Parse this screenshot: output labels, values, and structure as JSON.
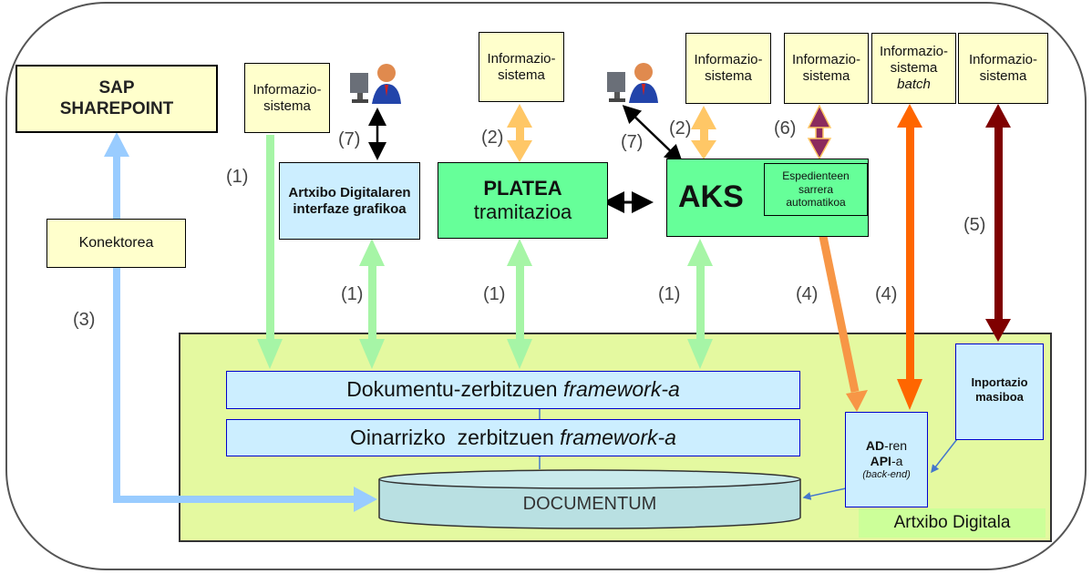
{
  "sap_box": {
    "line1": "SAP",
    "line2": "SHAREPOINT"
  },
  "connector": "Konektorea",
  "info_systems": [
    {
      "line1": "Informazio-",
      "line2": "sistema"
    },
    {
      "line1": "Informazio-",
      "line2": "sistema"
    },
    {
      "line1": "Informazio-",
      "line2": "sistema"
    },
    {
      "line1": "Informazio-",
      "line2": "sistema"
    },
    {
      "line1": "Informazio-",
      "line2": "sistema",
      "line3": "batch"
    },
    {
      "line1": "Informazio-",
      "line2": "sistema"
    }
  ],
  "gui_box": {
    "line1": "Artxibo Digitalaren",
    "line2": "interfaze grafikoa"
  },
  "platea_box": {
    "title": "PLATEA",
    "subtitle": "tramitazioa"
  },
  "aks_box": {
    "title": "AKS",
    "inner_line1": "Espedienteen",
    "inner_line2": "sarrera",
    "inner_line3": "automatikoa"
  },
  "archive": {
    "label": "Artxibo Digitala",
    "fw_doc": {
      "text": "Dokumentu-zerbitzuen ",
      "italic": "framework-a"
    },
    "fw_base": {
      "text": "Oinarrizko  zerbitzuen ",
      "italic": "framework-a"
    },
    "database": "DOCUMENTUM",
    "api": {
      "bold1": "AD",
      "rest1": "-ren",
      "bold2": "API",
      "rest2": "-a",
      "note": "(back-end)"
    },
    "import": {
      "line1": "Inportazio",
      "line2": "masiboa"
    }
  },
  "flow_labels": {
    "l1": "(1)",
    "l2": "(2)",
    "l3": "(3)",
    "l4": "(4)",
    "l5": "(5)",
    "l6": "(6)",
    "l7": "(7)"
  },
  "colors": {
    "flow1": "#a6f5a6",
    "flow2": "#ffc766",
    "flow3": "#99ccff",
    "flow4a": "#f79646",
    "flow4b": "#ff6600",
    "flow5": "#7f0000",
    "flow6": "#8b2a5e"
  }
}
